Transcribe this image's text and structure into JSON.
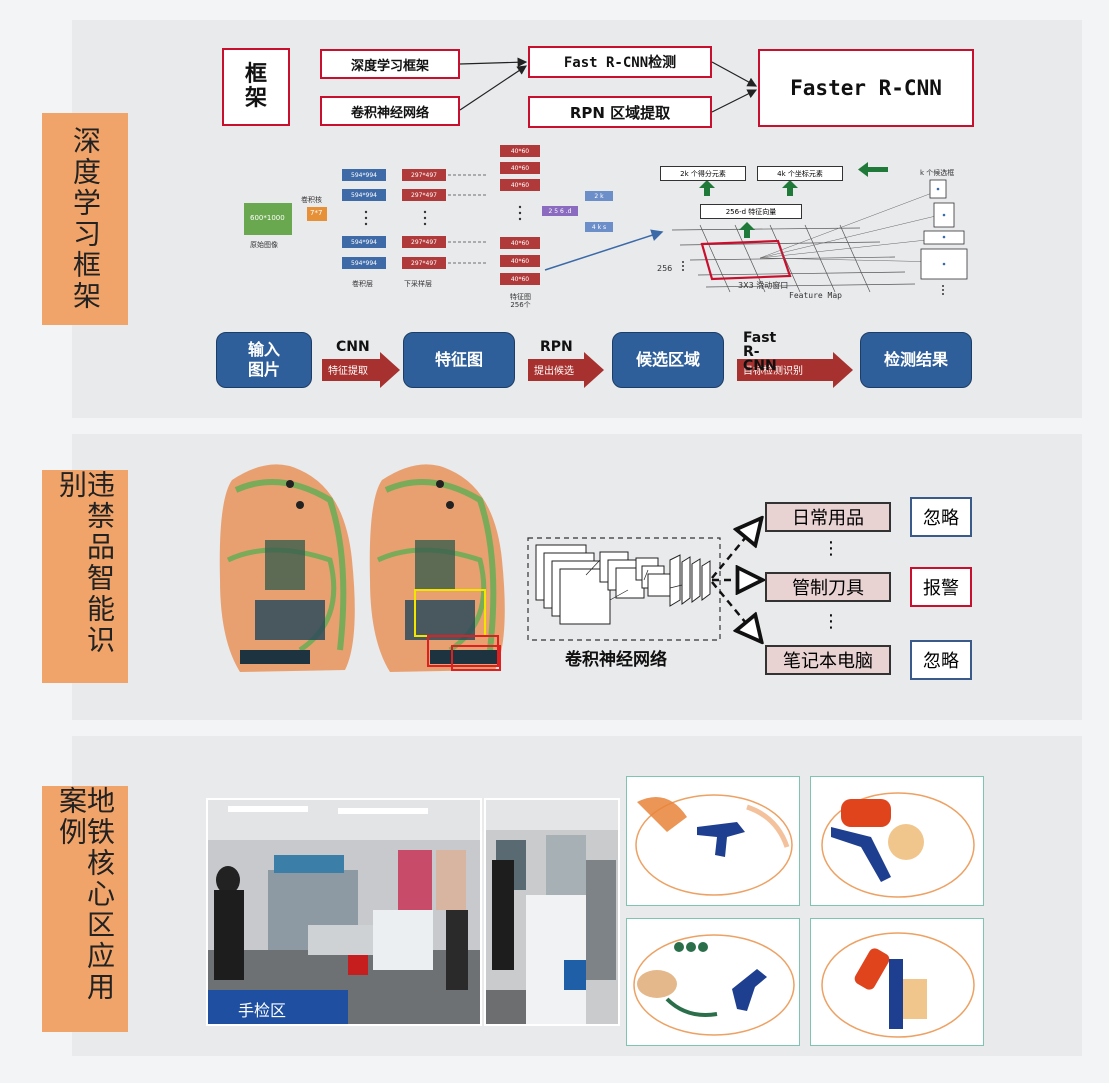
{
  "sections": [
    {
      "label": "深度学习框架"
    },
    {
      "label": "违禁品智能识别"
    },
    {
      "label": "地铁核心区应用案例"
    }
  ],
  "framework": {
    "title_box": "框\n架",
    "left_boxes": [
      "深度学习框架",
      "卷积神经网络"
    ],
    "mid_boxes": [
      "Fast R-CNN检测",
      "RPN 区域提取"
    ],
    "result_box": "Faster R-CNN"
  },
  "arch": {
    "input_label": "600*1000",
    "input_caption": "原始图像",
    "kernel_top": "卷积核",
    "kernel_label": "7*7",
    "conv_cells": [
      "594*994",
      "594*994",
      "594*994",
      "594*994"
    ],
    "conv_caption": "卷积层",
    "pool_cells": [
      "297*497",
      "297*497",
      "297*497",
      "297*497"
    ],
    "pool_caption": "下采样层",
    "feat_cells": [
      "40*60",
      "40*60",
      "40*60",
      "40*60",
      "40*60",
      "40*60"
    ],
    "feat_caption": "特征图\n256个",
    "purple_label": "2 5 6 .d",
    "blue_small_1": "2 k",
    "blue_small_2": "4 k s",
    "score_box": "2k 个得分元素",
    "coord_box": "4k 个坐标元素",
    "vector_box": "256-d 特征向量",
    "anchor_label": "k 个候选框",
    "side_label": "256",
    "window_label": "3X3 滑动窗口",
    "feature_map_label": "Feature Map"
  },
  "pipeline": {
    "steps": [
      "输入\n图片",
      "特征图",
      "候选区域",
      "检测结果"
    ],
    "arrows": [
      {
        "over": "CNN",
        "sub": "特征提取"
      },
      {
        "over": "RPN",
        "sub": "提出候选"
      },
      {
        "over": "Fast R-\nCNN",
        "sub": "目标检测识别"
      }
    ]
  },
  "recognition": {
    "network_label": "卷积神经网络",
    "categories": [
      "日常用品",
      "管制刀具",
      "笔记本电脑"
    ],
    "actions": [
      "忽略",
      "报警",
      "忽略"
    ],
    "ellipsis": [
      "⋮",
      "⋮"
    ],
    "colors": {
      "alarm": "#c8102e",
      "ignore": "#3a5a8a"
    }
  },
  "case_study": {
    "floor_text": "手检区"
  }
}
